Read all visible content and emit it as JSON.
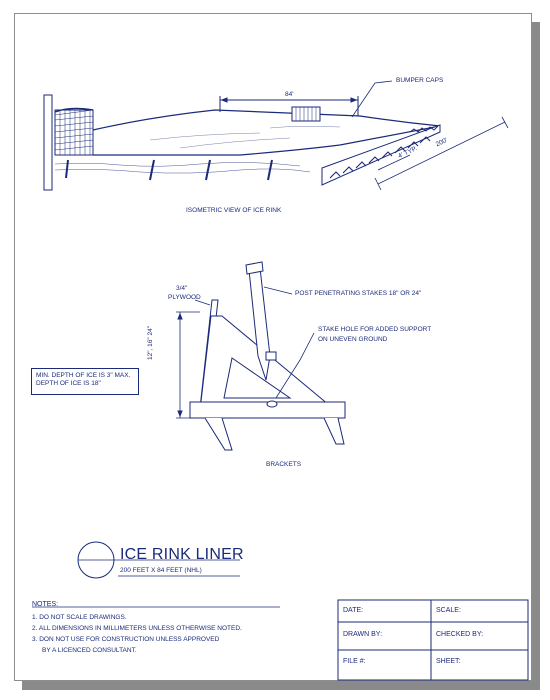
{
  "drawing": {
    "rink_caption": "ISOMETRIC VIEW OF ICE RINK",
    "bumper_caps": "BUMPER CAPS",
    "dim_84": "84'",
    "dim_200": "200'",
    "dim_4typ": "4' TYP.",
    "plywood_size": "3/4\"",
    "plywood": "PLYWOOD",
    "height_dim": "12\", 16\" 24\"",
    "post_stakes": "POST PENETRATING STAKES 18\" OR 24\"",
    "stake_hole_1": "STAKE HOLE FOR ADDED SUPPORT",
    "stake_hole_2": "ON UNEVEN GROUND",
    "brackets_caption": "BRACKETS",
    "ice_depth_1": "MIN. DEPTH OF ICE IS 3\" MAX.",
    "ice_depth_2": "DEPTH OF ICE IS 18\""
  },
  "title_block": {
    "title": "ICE RINK LINER",
    "subtitle": "200 FEET X 84 FEET (NHL)",
    "notes_heading": "NOTES:",
    "notes": [
      "1.  DO NOT SCALE DRAWINGS.",
      "2.  ALL DIMENSIONS IN MILLIMETERS UNLESS OTHERWISE NOTED.",
      "3. DON NOT USE FOR CONSTRUCTION UNLESS APPROVED",
      "BY A LICENCED CONSULTANT."
    ],
    "date": "DATE:",
    "scale": "SCALE:",
    "drawn_by": "DRAWN BY:",
    "checked_by": "CHECKED BY:",
    "file_no": "FILE #:",
    "sheet": "SHEET:"
  },
  "colors": {
    "ink": "#1b2a7a",
    "paper": "#ffffff",
    "shadow": "#8a8a8a"
  }
}
